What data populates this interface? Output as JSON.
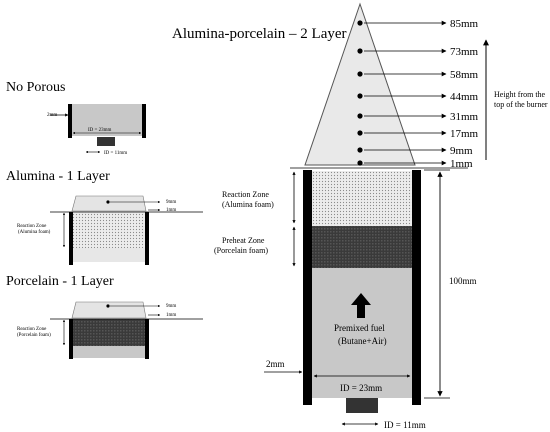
{
  "title": "Alumina-porcelain – 2 Layer",
  "panels": {
    "no_porous": {
      "title": "No Porous",
      "dim_2mm": "2mm",
      "inner_diameter": "ID = 23mm",
      "fuel_diameter": "ID = 11mm"
    },
    "alumina_1_layer": {
      "title": "Alumina - 1 Layer",
      "height_9mm": "9mm",
      "height_1mm": "1mm",
      "zone_line1": "Reaction Zone",
      "zone_line2": "(Alumina foam)"
    },
    "porcelain_1_layer": {
      "title": "Porcelain - 1 Layer",
      "height_9mm": "9mm",
      "height_1mm": "1mm",
      "zone_line1": "Reaction Zone",
      "zone_line2": "(Porcelain foam)"
    }
  },
  "main": {
    "measurement_heights": [
      "85mm",
      "73mm",
      "58mm",
      "44mm",
      "31mm",
      "17mm",
      "9mm",
      "1mm"
    ],
    "height_axis_line1": "Height from the",
    "height_axis_line2": "top of the burner",
    "reaction_zone_line1": "Reaction Zone",
    "reaction_zone_line2": "(Alumina foam)",
    "preheat_zone_line1": "Preheat Zone",
    "preheat_zone_line2": "(Porcelain foam)",
    "fuel_line1": "Premixed fuel",
    "fuel_line2": "(Butane+Air)",
    "length": "100mm",
    "wall_thickness": "2mm",
    "inner_diameter": "ID = 23mm",
    "fuel_diameter": "ID = 11mm"
  },
  "colors": {
    "wall": "#000000",
    "empty_tube": "#c8c8c8",
    "alumina_foam": "#e6e6e6",
    "porcelain_foam": "#3a3a3a",
    "flame_cone": "#e9e9e9"
  }
}
